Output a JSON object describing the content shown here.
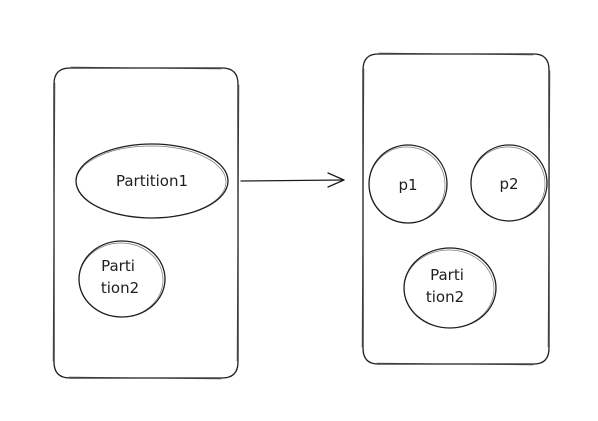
{
  "diagram": {
    "left_box": {
      "partition1_label": "Partition1",
      "partition2_label_line1": "Parti",
      "partition2_label_line2": "tion2"
    },
    "right_box": {
      "p1_label": "p1",
      "p2_label": "p2",
      "partition2_label_line1": "Parti",
      "partition2_label_line2": "tion2"
    },
    "colors": {
      "stroke": "#1e1e1e",
      "background": "#ffffff"
    }
  }
}
